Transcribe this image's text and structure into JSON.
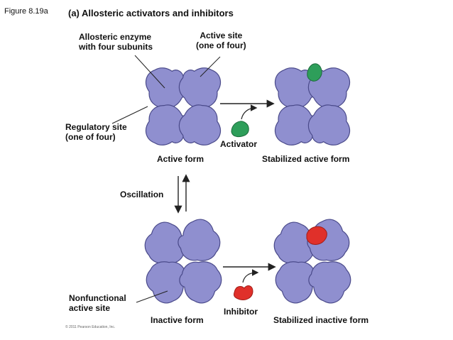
{
  "figure_label": "Figure 8.19a",
  "part_title": "(a) Allosteric activators and inhibitors",
  "labels": {
    "allosteric_enzyme_line1": "Allosteric enzyme",
    "allosteric_enzyme_line2": "with four subunits",
    "active_site_line1": "Active site",
    "active_site_line2": "(one of four)",
    "regulatory_site_line1": "Regulatory site",
    "regulatory_site_line2": "(one of four)",
    "activator": "Activator",
    "active_form": "Active form",
    "stabilized_active_form": "Stabilized active form",
    "oscillation": "Oscillation",
    "nonfunctional_line1": "Nonfunctional",
    "nonfunctional_line2": "active site",
    "inhibitor": "Inhibitor",
    "inactive_form": "Inactive form",
    "stabilized_inactive_form": "Stabilized inactive form"
  },
  "copyright": "© 2011 Pearson Education, Inc.",
  "colors": {
    "enzyme_fill": "#8f8fcf",
    "enzyme_shade": "#6a6aae",
    "enzyme_stroke": "#4a4a8a",
    "activator": "#2e9e5a",
    "inhibitor": "#e0302a",
    "arrow": "#222222"
  }
}
